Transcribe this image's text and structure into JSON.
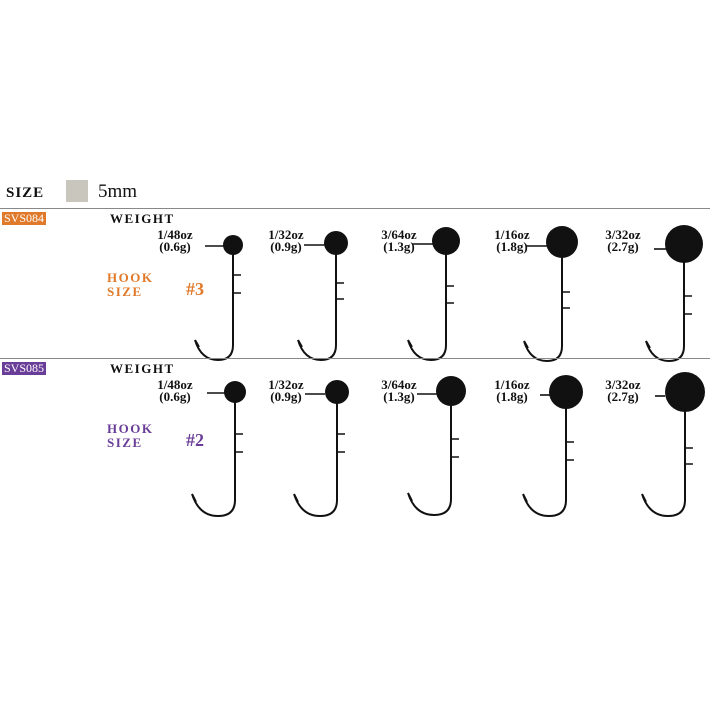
{
  "size": {
    "label": "SIZE",
    "value": "5mm",
    "swatch_color": "#c9c7bd"
  },
  "sections": [
    {
      "code": "SVS084",
      "code_color": "#e07a2a",
      "weight_title": "WEIGHT",
      "hook_label_1": "HOOK",
      "hook_label_2": "SIZE",
      "hook_size": "#3",
      "accent": "#e07a2a",
      "weights": [
        {
          "oz": "1/48oz",
          "g": "(0.6g)"
        },
        {
          "oz": "1/32oz",
          "g": "(0.9g)"
        },
        {
          "oz": "3/64oz",
          "g": "(1.3g)"
        },
        {
          "oz": "1/16oz",
          "g": "(1.8g)"
        },
        {
          "oz": "3/32oz",
          "g": "(2.7g)"
        }
      ]
    },
    {
      "code": "SVS085",
      "code_color": "#6a3e98",
      "weight_title": "WEIGHT",
      "hook_label_1": "HOOK",
      "hook_label_2": "SIZE",
      "hook_size": "#2",
      "accent": "#6a3e98",
      "weights": [
        {
          "oz": "1/48oz",
          "g": "(0.6g)"
        },
        {
          "oz": "1/32oz",
          "g": "(0.9g)"
        },
        {
          "oz": "3/64oz",
          "g": "(1.3g)"
        },
        {
          "oz": "1/16oz",
          "g": "(1.8g)"
        },
        {
          "oz": "3/32oz",
          "g": "(2.7g)"
        }
      ]
    }
  ]
}
